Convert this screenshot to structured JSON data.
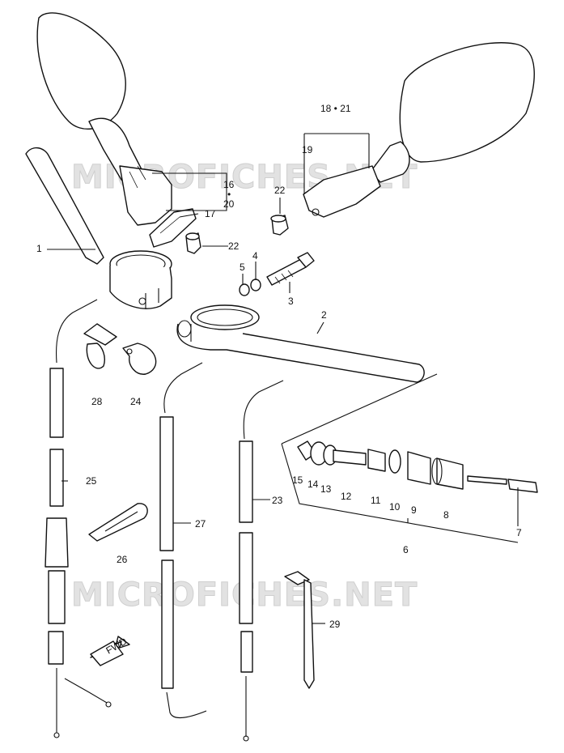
{
  "watermark": "MICROFICHES.NET",
  "fwd_label": "FWD",
  "labels": {
    "p1": "1",
    "p2": "2",
    "p3": "3",
    "p4": "4",
    "p5": "5",
    "p6": "6",
    "p7": "7",
    "p8": "8",
    "p9": "9",
    "p10": "10",
    "p11": "11",
    "p12": "12",
    "p13": "13",
    "p14": "14",
    "p15": "15",
    "p16": "16",
    "p16_dot": "•",
    "p20": "20",
    "p17": "17",
    "p18_21": "18 • 21",
    "p19": "19",
    "p22a": "22",
    "p22b": "22",
    "p23": "23",
    "p24": "24",
    "p25": "25",
    "p26": "26",
    "p27": "27",
    "p28": "28",
    "p29": "29"
  }
}
